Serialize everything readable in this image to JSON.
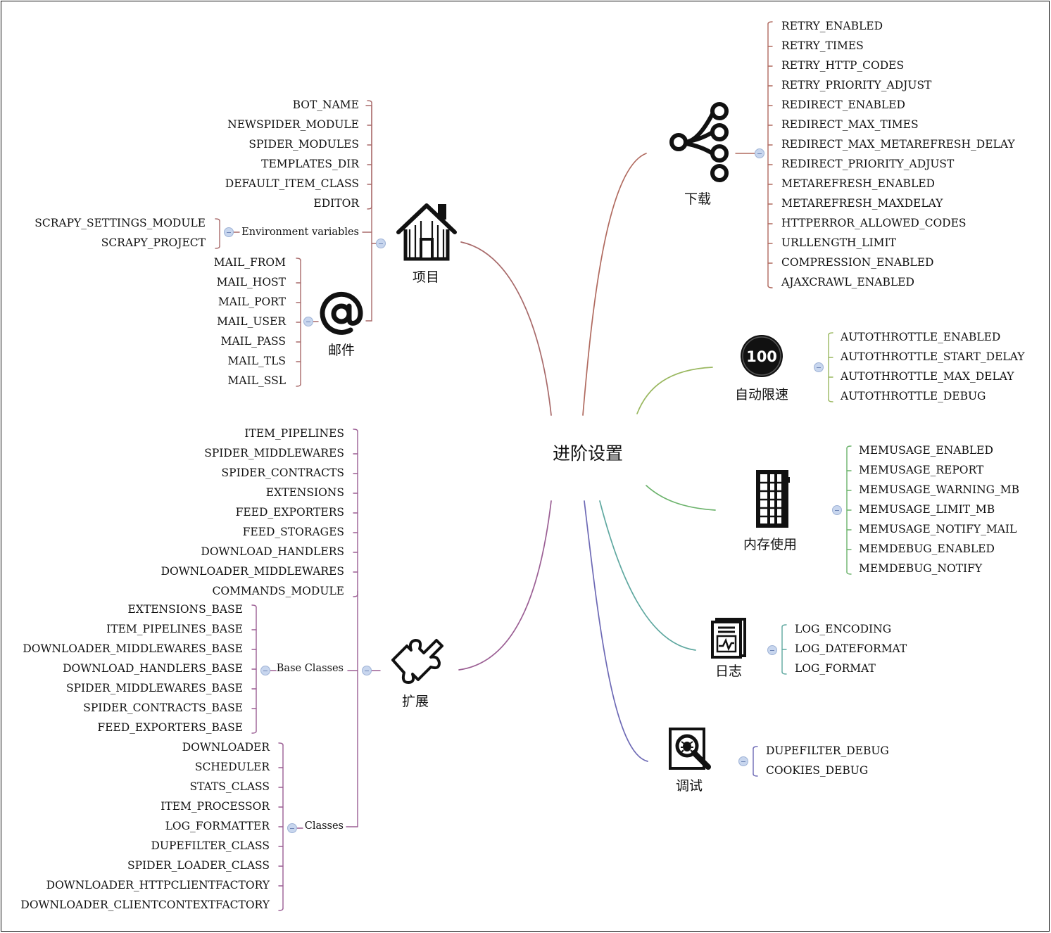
{
  "center": "进阶设置",
  "colors": {
    "project": "#a86a6a",
    "extension": "#9b5f94",
    "download": "#b06a5f",
    "autothrottle": "#9ab860",
    "memory": "#6cb36c",
    "log": "#5fa8a0",
    "debug": "#6d69b5"
  },
  "project": {
    "label": "项目",
    "icon": "house-icon",
    "items": [
      "BOT_NAME",
      "NEWSPIDER_MODULE",
      "SPIDER_MODULES",
      "TEMPLATES_DIR",
      "DEFAULT_ITEM_CLASS",
      "EDITOR"
    ],
    "env": {
      "label": "Environment variables",
      "items": [
        "SCRAPY_SETTINGS_MODULE",
        "SCRAPY_PROJECT"
      ]
    },
    "mail": {
      "label": "邮件",
      "icon": "at-sign-icon",
      "items": [
        "MAIL_FROM",
        "MAIL_HOST",
        "MAIL_PORT",
        "MAIL_USER",
        "MAIL_PASS",
        "MAIL_TLS",
        "MAIL_SSL"
      ]
    }
  },
  "extension": {
    "label": "扩展",
    "icon": "puzzle-icon",
    "items": [
      "ITEM_PIPELINES",
      "SPIDER_MIDDLEWARES",
      "SPIDER_CONTRACTS",
      "EXTENSIONS",
      "FEED_EXPORTERS",
      "FEED_STORAGES",
      "DOWNLOAD_HANDLERS",
      "DOWNLOADER_MIDDLEWARES",
      "COMMANDS_MODULE"
    ],
    "base": {
      "label": "Base Classes",
      "items": [
        "EXTENSIONS_BASE",
        "ITEM_PIPELINES_BASE",
        "DOWNLOADER_MIDDLEWARES_BASE",
        "DOWNLOAD_HANDLERS_BASE",
        "SPIDER_MIDDLEWARES_BASE",
        "SPIDER_CONTRACTS_BASE",
        "FEED_EXPORTERS_BASE"
      ]
    },
    "classes": {
      "label": "Classes",
      "items": [
        "DOWNLOADER",
        "SCHEDULER",
        "STATS_CLASS",
        "ITEM_PROCESSOR",
        "LOG_FORMATTER",
        "DUPEFILTER_CLASS",
        "SPIDER_LOADER_CLASS",
        "DOWNLOADER_HTTPCLIENTFACTORY",
        "DOWNLOADER_CLIENTCONTEXTFACTORY"
      ]
    }
  },
  "download": {
    "label": "下载",
    "icon": "branch-icon",
    "items": [
      "RETRY_ENABLED",
      "RETRY_TIMES",
      "RETRY_HTTP_CODES",
      "RETRY_PRIORITY_ADJUST",
      "REDIRECT_ENABLED",
      "REDIRECT_MAX_TIMES",
      "REDIRECT_MAX_METAREFRESH_DELAY",
      "REDIRECT_PRIORITY_ADJUST",
      "METAREFRESH_ENABLED",
      "METAREFRESH_MAXDELAY",
      "HTTPERROR_ALLOWED_CODES",
      "URLLENGTH_LIMIT",
      "COMPRESSION_ENABLED",
      "AJAXCRAWL_ENABLED"
    ]
  },
  "autothrottle": {
    "label": "自动限速",
    "icon": "speed-100-icon",
    "icon_text": "100",
    "items": [
      "AUTOTHROTTLE_ENABLED",
      "AUTOTHROTTLE_START_DELAY",
      "AUTOTHROTTLE_MAX_DELAY",
      "AUTOTHROTTLE_DEBUG"
    ]
  },
  "memory": {
    "label": "内存使用",
    "icon": "memory-chip-icon",
    "items": [
      "MEMUSAGE_ENABLED",
      "MEMUSAGE_REPORT",
      "MEMUSAGE_WARNING_MB",
      "MEMUSAGE_LIMIT_MB",
      "MEMUSAGE_NOTIFY_MAIL",
      "MEMDEBUG_ENABLED",
      "MEMDEBUG_NOTIFY"
    ]
  },
  "log": {
    "label": "日志",
    "icon": "log-document-icon",
    "items": [
      "LOG_ENCODING",
      "LOG_DATEFORMAT",
      "LOG_FORMAT"
    ]
  },
  "debug": {
    "label": "调试",
    "icon": "bug-magnifier-icon",
    "items": [
      "DUPEFILTER_DEBUG",
      "COOKIES_DEBUG"
    ]
  }
}
